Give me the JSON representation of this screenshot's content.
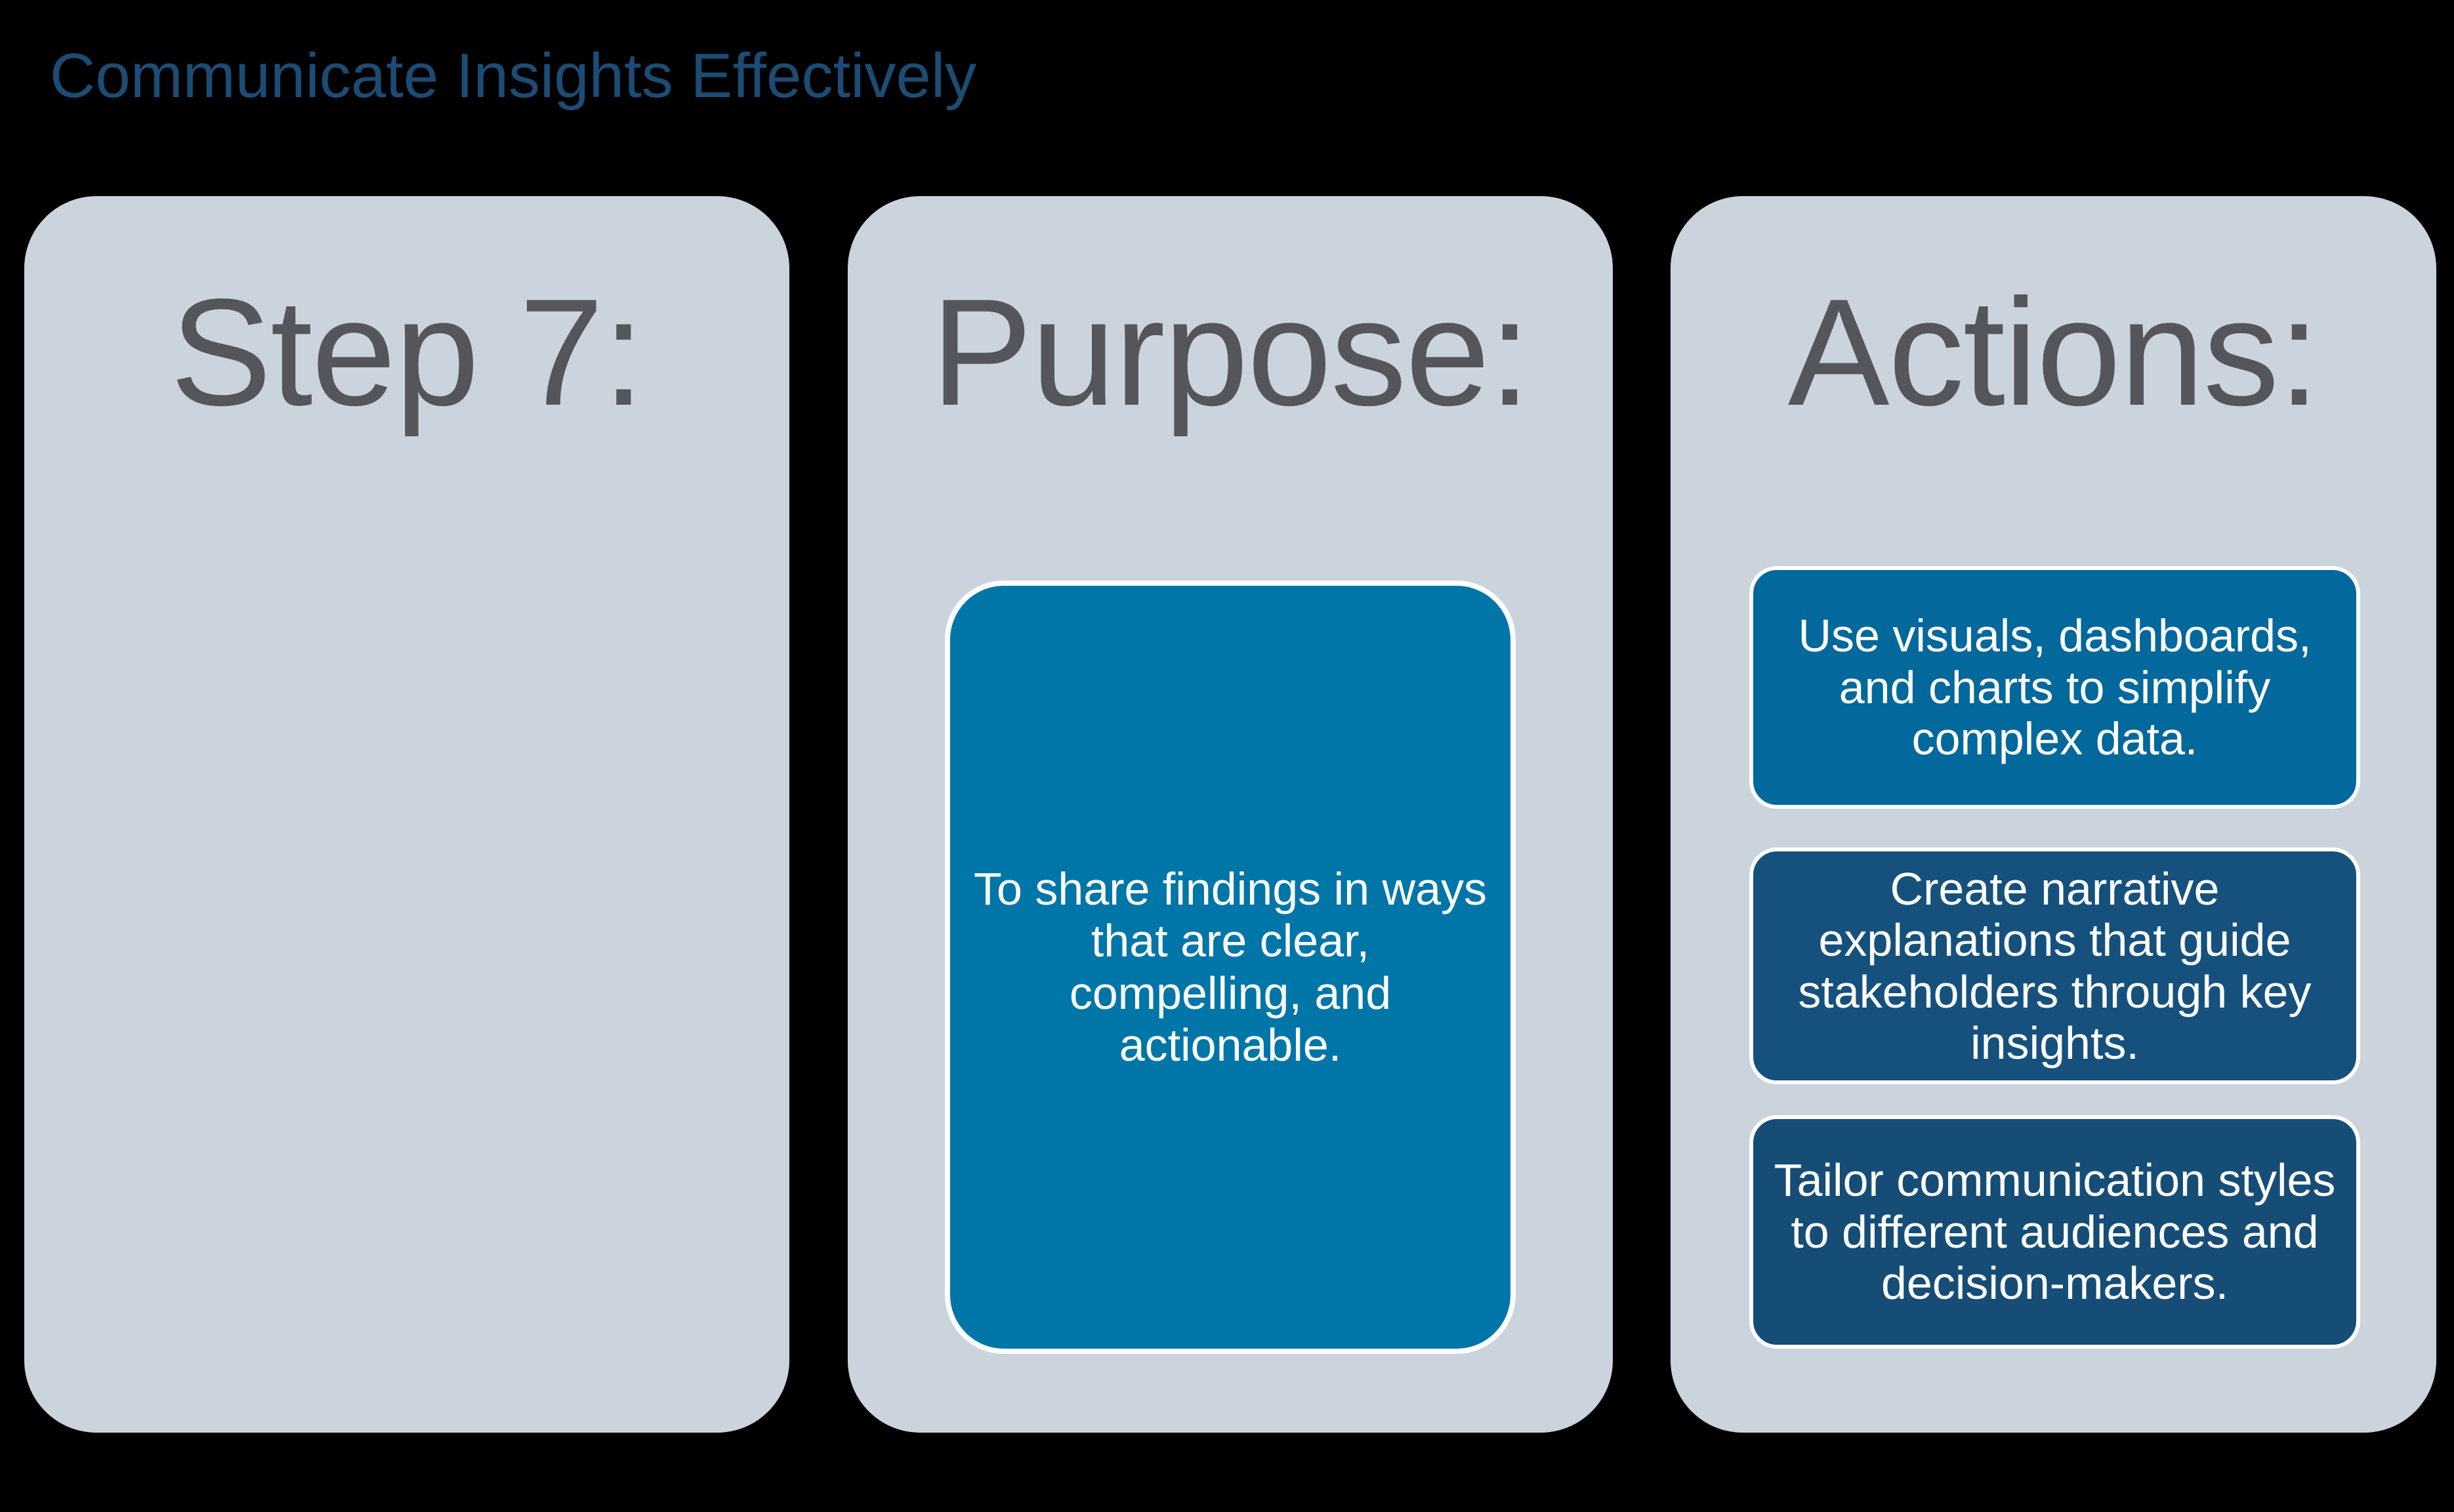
{
  "background_color": "#000000",
  "title": {
    "text": "Communicate Insights Effectively",
    "color": "#1C4C74"
  },
  "panels": {
    "background_color": "#CBD4DD",
    "heading_color": "#55565D",
    "step": {
      "heading": "Step 7:"
    },
    "purpose": {
      "heading": "Purpose:",
      "box": {
        "text": "To share findings in ways that are clear, compelling, and actionable.",
        "background_color": "#0076A8",
        "text_color": "#FFFFFF"
      }
    },
    "actions": {
      "heading": "Actions:",
      "boxes": [
        {
          "text": "Use visuals, dashboards, and charts to simplify complex data.",
          "background_color": "#03689B",
          "text_color": "#FFFFFF"
        },
        {
          "text": "Create narrative explanations that guide stakeholders through key insights.",
          "background_color": "#15517C",
          "text_color": "#FFFFFF"
        },
        {
          "text": "Tailor communication styles to different audiences and decision-makers.",
          "background_color": "#164D76",
          "text_color": "#FFFFFF"
        }
      ]
    }
  }
}
